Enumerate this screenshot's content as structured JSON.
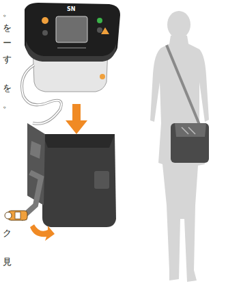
{
  "diagram": {
    "labels": [
      "。",
      "を",
      "ー",
      "す",
      "を",
      "。",
      "ク",
      "見",
      "SN"
    ]
  }
}
